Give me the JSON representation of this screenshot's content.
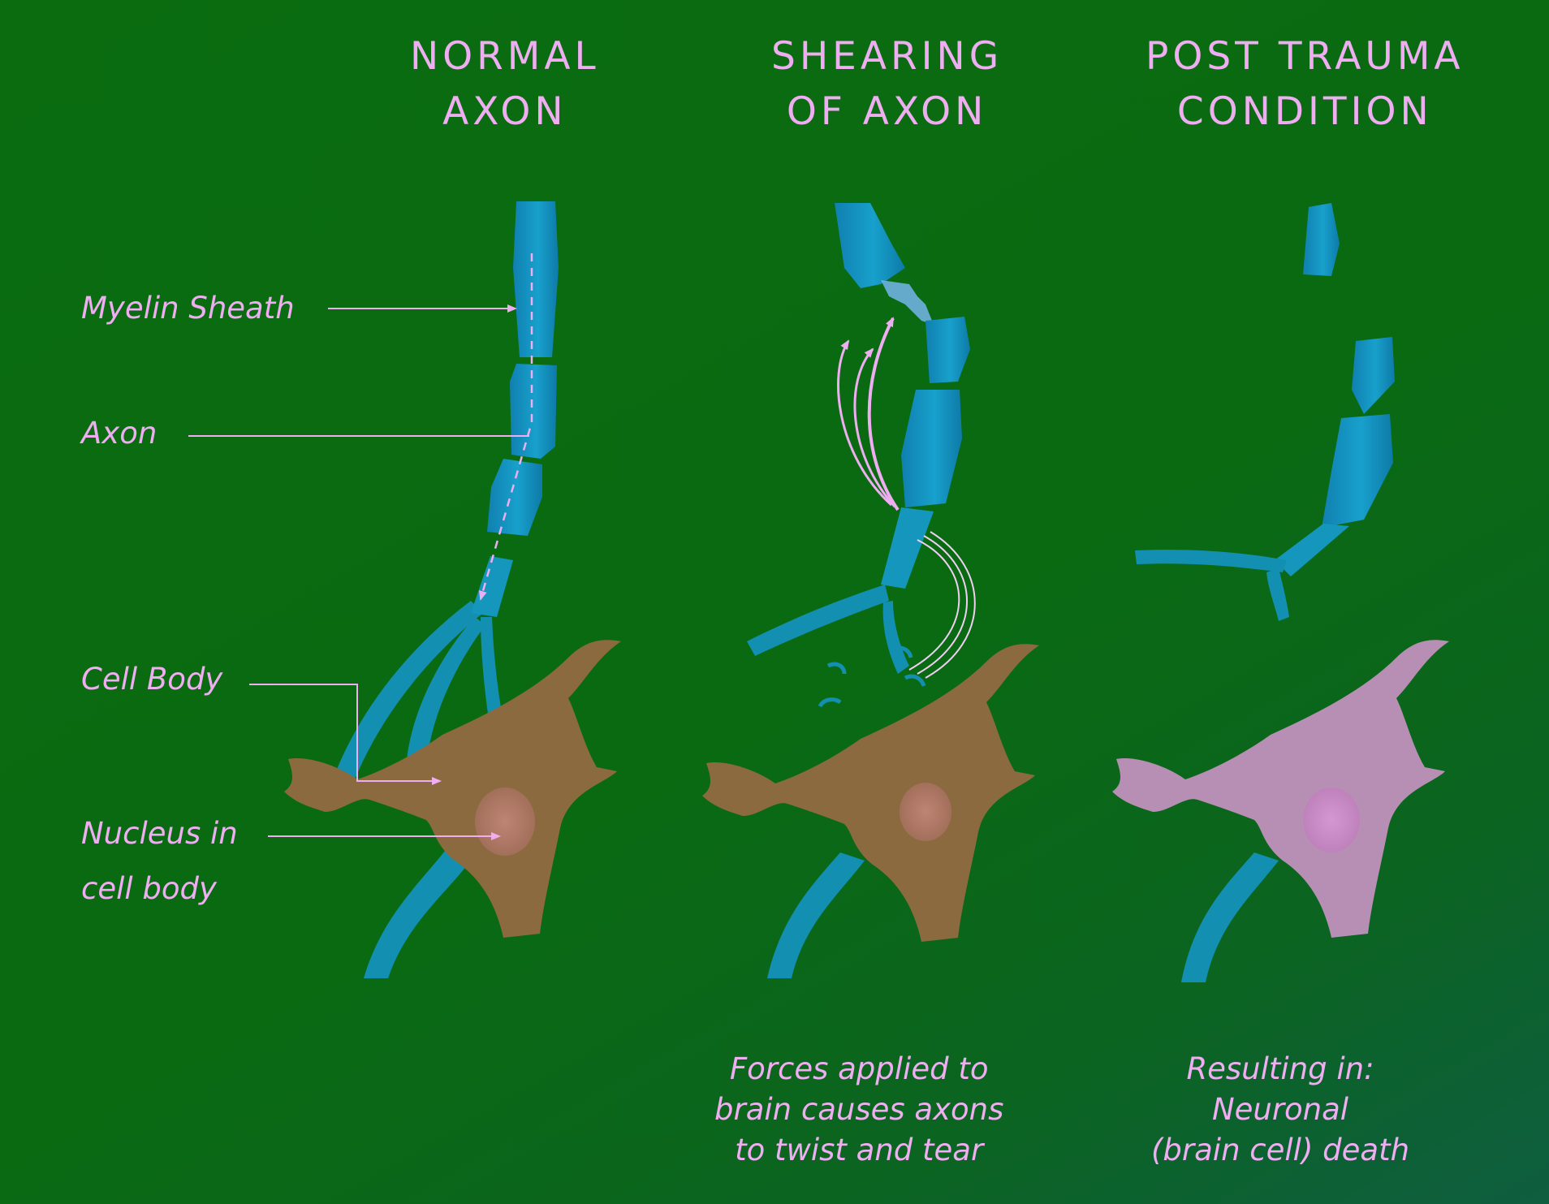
{
  "headings": {
    "normal": [
      "NORMAL",
      "AXON"
    ],
    "shearing": [
      "SHEARING",
      "OF AXON"
    ],
    "post": [
      "POST TRAUMA",
      "CONDITION"
    ]
  },
  "labels": {
    "myelin": "Myelin Sheath",
    "axon": "Axon",
    "cell_body": "Cell Body",
    "nucleus": [
      "Nucleus in",
      "cell body"
    ]
  },
  "captions": {
    "shearing": [
      "Forces applied to",
      "brain causes axons",
      "to twist and tear"
    ],
    "post": [
      "Resulting in:",
      "Neuronal",
      "(brain cell) death"
    ]
  },
  "colors": {
    "background": "#0a6a12",
    "text": "#f0aef2",
    "axon": "#1596bd",
    "cell_body": "#8b6a40",
    "dead_cell": "#b88fb4",
    "nucleus": "#b47a62"
  }
}
